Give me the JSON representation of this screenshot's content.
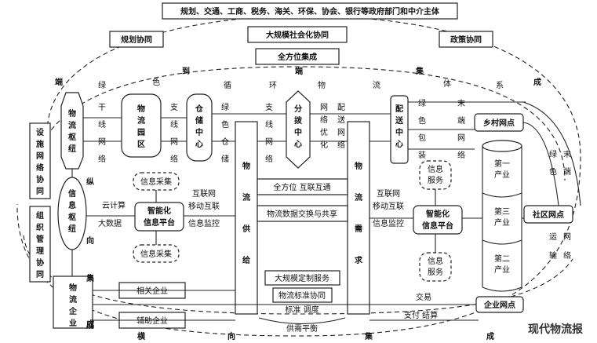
{
  "top_banner": "规划、交通、工商、税务、海关、环保、协会、银行等政府部门和中介主体",
  "left_label": "规划协同",
  "right_label": "政策协同",
  "center_top_1": "大规模社会化协同",
  "center_top_2": "全方位集成",
  "outer_arc_chars": [
    "端",
    "到",
    "端",
    "集",
    "成"
  ],
  "green_arc_chars": [
    "绿",
    "色",
    "循",
    "环",
    "物",
    "流",
    "体",
    "系"
  ],
  "left_side_boxes": [
    "设施网络协同",
    "组织管理协同"
  ],
  "left_column": {
    "top": "物流枢纽",
    "mid": "信息枢纽",
    "bottom": "物流企业",
    "side_chars": [
      "纵",
      "向",
      "集",
      "成"
    ]
  },
  "trunk_line": [
    "干",
    "线",
    "网",
    "络"
  ],
  "park": "物流园区",
  "branch_line": [
    "支",
    "线",
    "网",
    "络"
  ],
  "warehouse": "仓储中心",
  "green_warehouse": [
    "绿",
    "色",
    "仓",
    "储"
  ],
  "branch_line_2": [
    "支",
    "线",
    "网",
    "络"
  ],
  "sorting": "分拨中心",
  "network_opt": [
    "网",
    "络",
    "优",
    "化"
  ],
  "delivery_net": [
    "配",
    "送",
    "网",
    "络"
  ],
  "delivery": "配送中心",
  "green_pack": [
    "绿",
    "色",
    "包",
    "装"
  ],
  "last_mile": [
    "末",
    "端",
    "网",
    "络"
  ],
  "supply_col": [
    "物",
    "流",
    "供",
    "给"
  ],
  "demand_col": [
    "物",
    "流",
    "需",
    "求"
  ],
  "mid_boxes": [
    "全方位 互联互通",
    "物流数据交换与共享",
    "大规模定制服务",
    "物流标准协同"
  ],
  "mid_bottom": [
    "标准 调度",
    "供需平衡"
  ],
  "left_platform": {
    "box": "智能化信息平台",
    "collect_top": "信息采集",
    "collect_bottom": "信息采集",
    "cloud": "云计算",
    "bigdata": "大数据",
    "net": "互联网",
    "mobile": "移动互联",
    "monitor": "信息监控"
  },
  "right_platform": {
    "box": "智能化信息平台",
    "service_top": "信息服务",
    "service_bottom": "信息服务",
    "net": "互联网",
    "mobile": "移动互联",
    "monitor": "信息监控"
  },
  "related": "相关企业",
  "aux": "辅助企业",
  "village": "乡村网点",
  "community": "社区网点",
  "enterprise": "企业网点",
  "industries": [
    "第一产业",
    "第三产业",
    "第二产业"
  ],
  "right_chars": [
    "绿",
    "色",
    "末",
    "端",
    "运",
    "网",
    "输",
    "络"
  ],
  "trade": "交易",
  "pay": "支付 结算",
  "bottom_arc_chars": [
    "成",
    "横",
    "向",
    "集",
    "成"
  ],
  "watermark": "现代物流报"
}
